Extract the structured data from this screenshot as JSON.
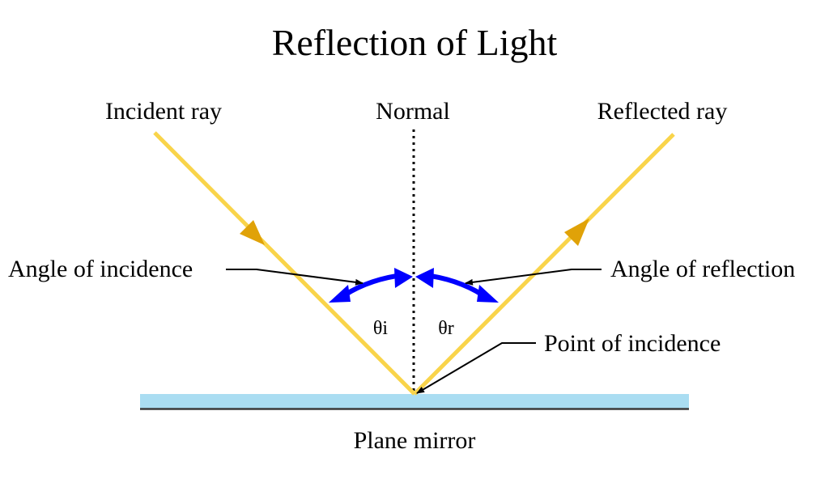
{
  "title": "Reflection of Light",
  "labels": {
    "incident_ray": "Incident ray",
    "normal": "Normal",
    "reflected_ray": "Reflected ray",
    "angle_of_incidence": "Angle of incidence",
    "angle_of_reflection": "Angle of reflection",
    "point_of_incidence": "Point of incidence",
    "plane_mirror": "Plane mirror",
    "theta_i": "θi",
    "theta_r": "θr"
  },
  "colors": {
    "ray": "#F9D44A",
    "ray_arrowhead": "#E0A208",
    "angle_arc": "#0000FF",
    "mirror": "#AADDF2",
    "mirror_edge": "#3A3A3A",
    "leader_line": "#000000",
    "normal_line": "#000000"
  }
}
